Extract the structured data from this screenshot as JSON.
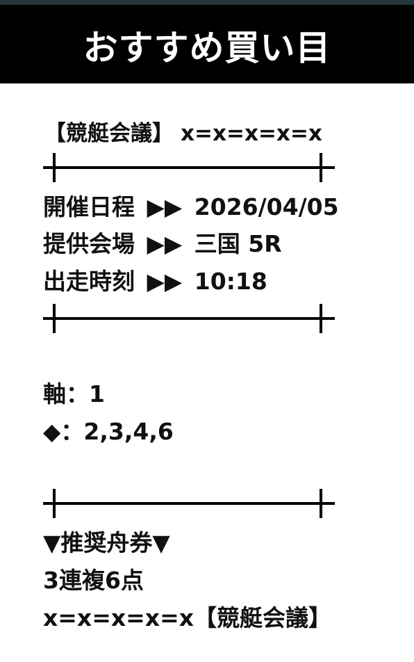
{
  "header": {
    "title": "おすすめ買い目"
  },
  "source_line": {
    "bracket": "【競艇会議】",
    "tail": "x=x=x=x=x"
  },
  "race": {
    "date_label": "開催日程",
    "date_value": "2026/04/05",
    "venue_label": "提供会場",
    "venue_value": "三国 5R",
    "time_label": "出走時刻",
    "time_value": "10:18",
    "arrow": "▶▶"
  },
  "picks": {
    "axis_label": "軸：",
    "axis_value": "1",
    "partner_label": "◆：",
    "partner_value": "2,3,4,6"
  },
  "recommend": {
    "heading": "▼推奨舟券▼",
    "bet_type": "3連複6点",
    "footer_tail": "x=x=x=x=x",
    "footer_bracket": "【競艇会議】"
  },
  "colors": {
    "header_bg": "#000000",
    "header_text": "#ffffff",
    "topbar": "#24383c"
  }
}
